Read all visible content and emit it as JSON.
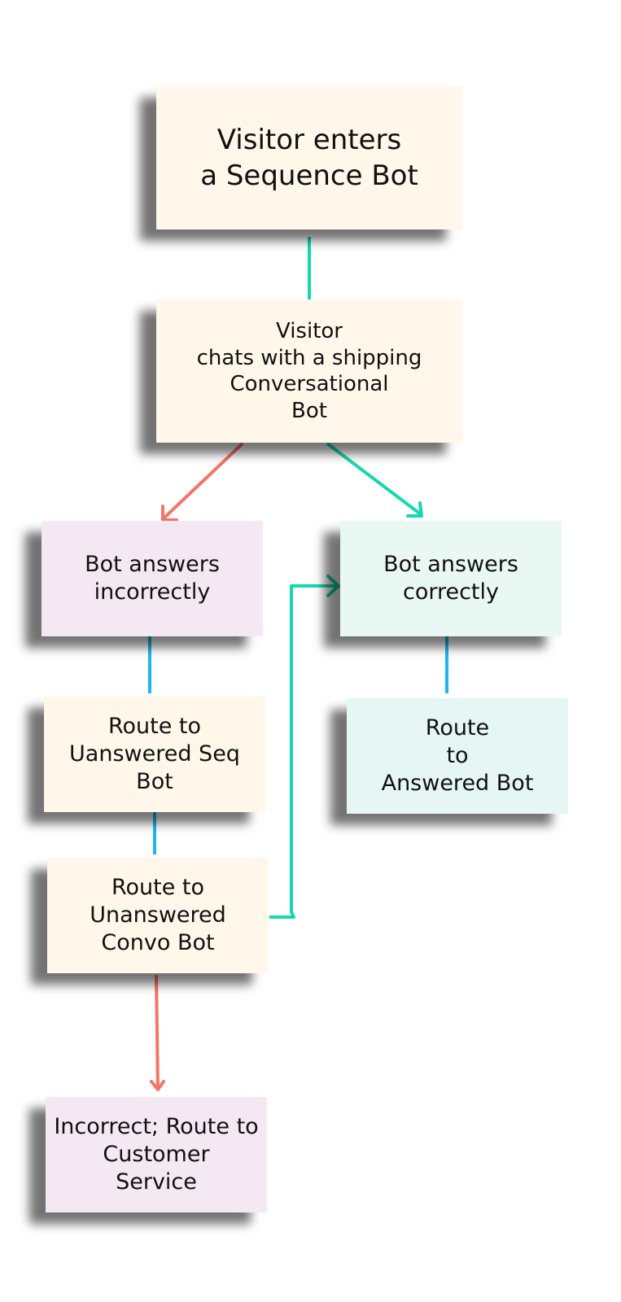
{
  "diagram": {
    "nodes": [
      {
        "id": "start",
        "label": "Visitor enters\na Sequence Bot",
        "fill": "#fff7ea"
      },
      {
        "id": "chat",
        "label": "Visitor\nchats with a shipping\nConversational\nBot",
        "fill": "#fff7ea"
      },
      {
        "id": "incorrect",
        "label": "Bot answers\nincorrectly",
        "fill": "#f4e9f2"
      },
      {
        "id": "correct",
        "label": "Bot answers\ncorrectly",
        "fill": "#eaf8f3"
      },
      {
        "id": "unseq",
        "label": "Route to\nUanswered Seq\nBot",
        "fill": "#fff7ea"
      },
      {
        "id": "answered",
        "label": "Route\nto\nAnswered Bot",
        "fill": "#e5f6f5"
      },
      {
        "id": "unconvo",
        "label": "Route to\nUnanswered\nConvo Bot",
        "fill": "#fff7ea"
      },
      {
        "id": "cs",
        "label": "Incorrect; Route to\nCustomer\nService",
        "fill": "#f4e9f2"
      }
    ],
    "edges": [
      {
        "from": "start",
        "to": "chat",
        "color": "#14d9b0",
        "arrow": false
      },
      {
        "from": "chat",
        "to": "incorrect",
        "color": "#f57566",
        "arrow": true
      },
      {
        "from": "chat",
        "to": "correct",
        "color": "#14d9b0",
        "arrow": true
      },
      {
        "from": "incorrect",
        "to": "unseq",
        "color": "#1fb6ee",
        "arrow": false
      },
      {
        "from": "correct",
        "to": "answered",
        "color": "#1fb6ee",
        "arrow": false
      },
      {
        "from": "unseq",
        "to": "unconvo",
        "color": "#1fb6ee",
        "arrow": false
      },
      {
        "from": "unconvo",
        "to": "correct",
        "color": "#14d9b0",
        "arrow": true
      },
      {
        "from": "unconvo",
        "to": "cs",
        "color": "#f57566",
        "arrow": true
      }
    ]
  },
  "colors": {
    "background": "#ffffff",
    "text": "#111111",
    "teal": "#14d9b0",
    "coral": "#f57566",
    "blue": "#1fb6ee"
  }
}
